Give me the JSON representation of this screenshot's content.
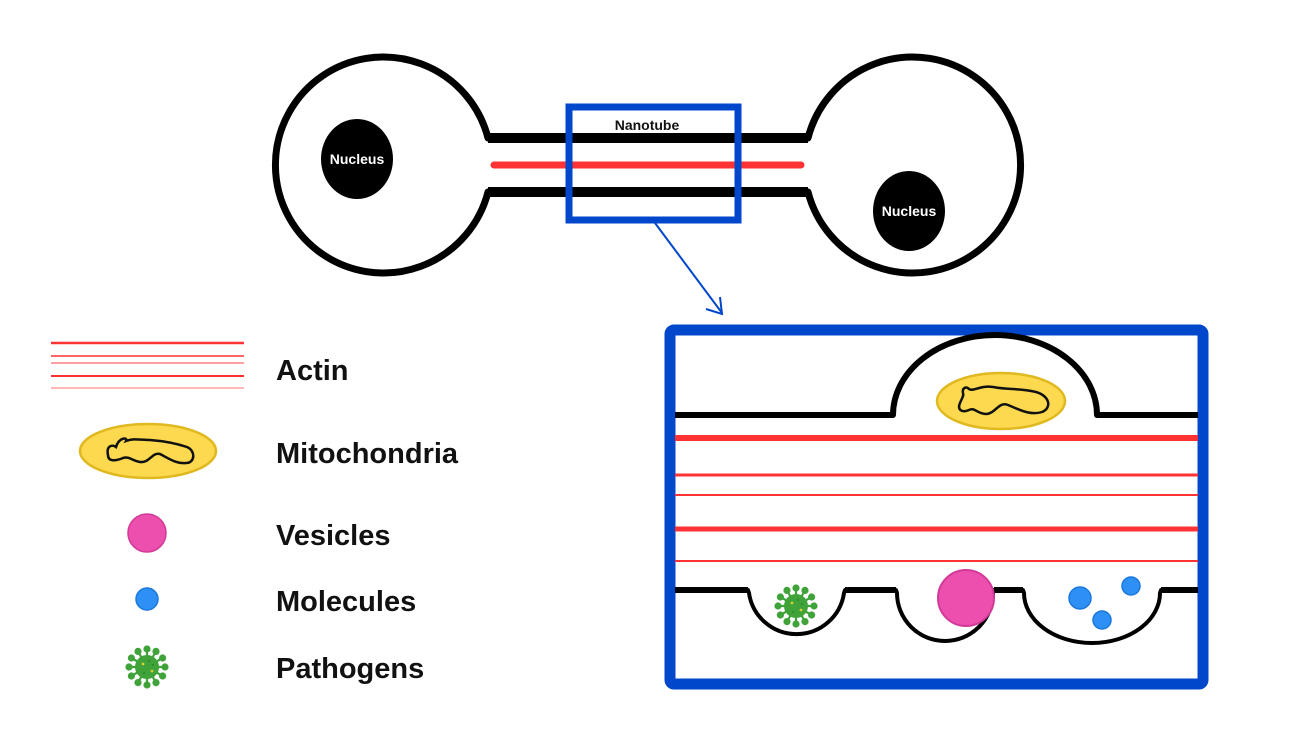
{
  "diagram": {
    "labels": {
      "nucleus_left": "Nucleus",
      "nucleus_right": "Nucleus",
      "nanotube": "Nanotube"
    },
    "legend": [
      {
        "key": "actin",
        "label": "Actin",
        "icon": "actin-lines-icon"
      },
      {
        "key": "mitochondria",
        "label": "Mitochondria",
        "icon": "mitochondria-icon"
      },
      {
        "key": "vesicles",
        "label": "Vesicles",
        "icon": "vesicle-icon"
      },
      {
        "key": "molecules",
        "label": "Molecules",
        "icon": "molecule-icon"
      },
      {
        "key": "pathogens",
        "label": "Pathogens",
        "icon": "pathogen-virus-icon"
      }
    ],
    "colors": {
      "membrane": "#000000",
      "actin": "#ff3333",
      "highlight_box": "#0047cc",
      "mitochondria_fill": "#fcd94e",
      "mitochondria_stroke": "#e0b820",
      "vesicle": "#ec4fae",
      "vesicle_stroke": "#d33a98",
      "molecule": "#2e90f5",
      "molecule_stroke": "#1a78de",
      "pathogen": "#3fa33a",
      "pathogen_dark": "#2f8a2b",
      "pathogen_dot": "#d9cf2e"
    }
  }
}
